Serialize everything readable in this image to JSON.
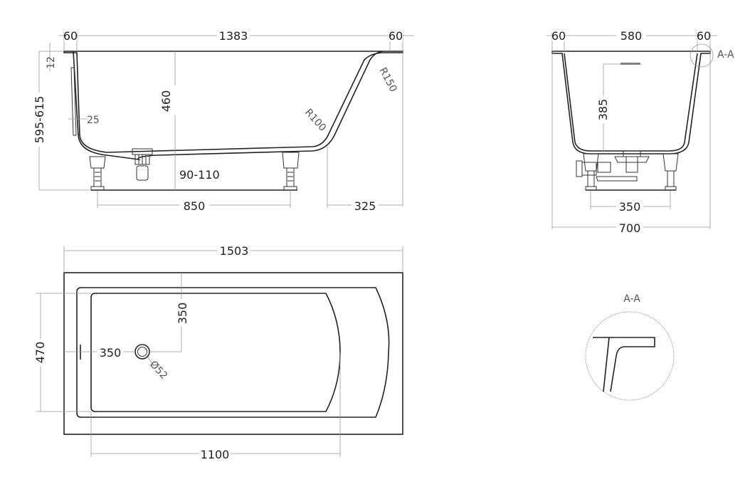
{
  "side_view": {
    "dim_rim_left": "60",
    "dim_inner_length": "1383",
    "dim_rim_right": "60",
    "dim_rim_thickness": "12",
    "dim_total_height": "595-615",
    "dim_wall": "25",
    "dim_depth": "460",
    "dim_leg_height": "90-110",
    "dim_leg_spacing": "850",
    "dim_slope_offset": "325",
    "radius_top": "R150",
    "radius_bottom": "R100"
  },
  "end_view": {
    "dim_rim_left": "60",
    "dim_inner_width": "580",
    "dim_rim_right": "60",
    "section_label": "A-A",
    "dim_overflow_height": "385",
    "dim_leg_spacing": "350",
    "dim_total_width": "700"
  },
  "plan_view": {
    "dim_total_length": "1503",
    "dim_inner_width": "470",
    "dim_drain_from_top": "350",
    "dim_drain_from_left": "350",
    "drain_diameter": "Ø52",
    "dim_bowl_length": "1100"
  },
  "detail": {
    "title": "A-A"
  }
}
